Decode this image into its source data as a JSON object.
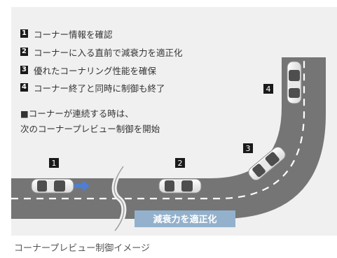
{
  "legend": [
    {
      "num": "1",
      "text": "コーナー情報を確認"
    },
    {
      "num": "2",
      "text": "コーナーに入る直前で減衰力を適正化"
    },
    {
      "num": "3",
      "text": "優れたコーナリング性能を確保"
    },
    {
      "num": "4",
      "text": "コーナー終了と同時に制御も終了"
    }
  ],
  "note": {
    "line1": "■コーナーが連続する時は、",
    "line2": "次のコーナープレビュー制御を開始"
  },
  "markers": [
    "1",
    "2",
    "3",
    "4"
  ],
  "banner": "減衰力を適正化",
  "caption": "コーナープレビュー制御イメージ",
  "colors": {
    "road": "#757575",
    "panel": "#f0f0f0",
    "banner": "#93b1cc",
    "arrow": "#4d7fd6",
    "marker": "#1a1a1a"
  }
}
